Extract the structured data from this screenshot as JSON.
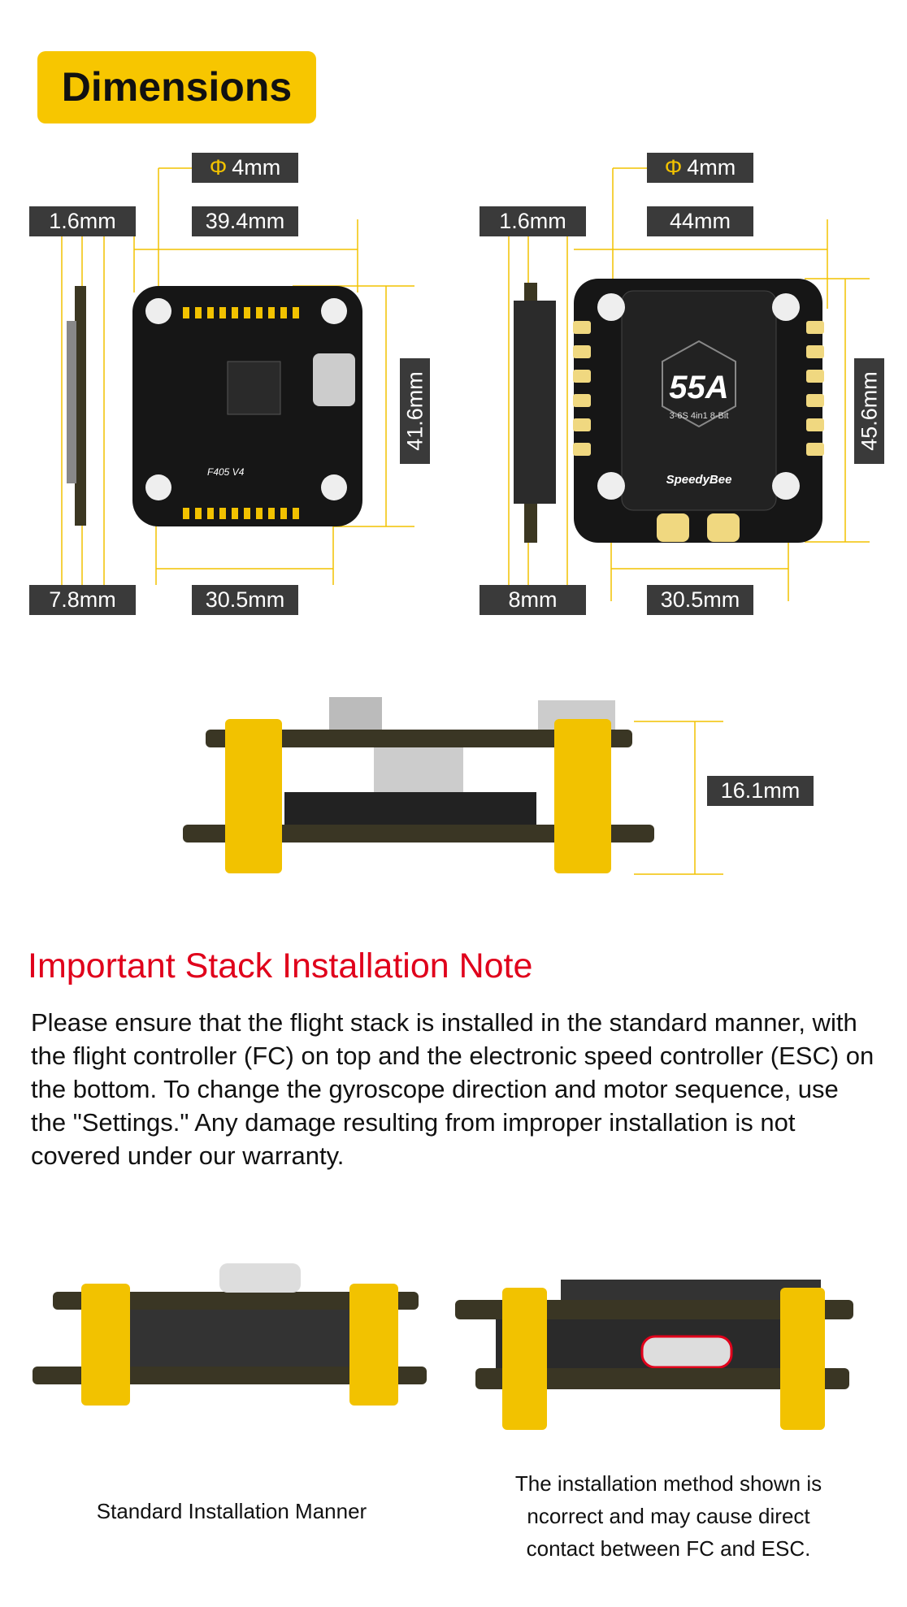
{
  "header": {
    "title": "Dimensions"
  },
  "fc_dimensions": {
    "hole": "4mm",
    "hole_symbol": "Φ",
    "thickness": "1.6mm",
    "width": "39.4mm",
    "height": "41.6mm",
    "side_depth": "7.8mm",
    "mount_spacing": "30.5mm"
  },
  "esc_dimensions": {
    "hole": "4mm",
    "hole_symbol": "Φ",
    "thickness": "1.6mm",
    "width": "44mm",
    "height": "45.6mm",
    "side_depth": "8mm",
    "mount_spacing": "30.5mm"
  },
  "stack": {
    "height": "16.1mm"
  },
  "note": {
    "title": "Important Stack Installation Note",
    "body": "Please ensure that the flight stack is installed in the standard manner, with the flight controller (FC) on top and the electronic speed controller (ESC) on the bottom. To change the gyroscope direction and motor sequence, use the \"Settings.\" Any damage resulting from improper installation is not covered under our warranty."
  },
  "captions": {
    "standard": "Standard Installation Manner",
    "incorrect_1": "The installation method shown is",
    "incorrect_2": "ncorrect and may cause direct",
    "incorrect_3": "contact between FC and ESC."
  },
  "product_marks": {
    "fc": "F405 V4",
    "esc": "55A",
    "esc_sub": "3-6S 4in1 8-Bit",
    "brand": "SpeedyBee"
  },
  "colors": {
    "accent": "#f7c600",
    "label_bg": "#3a3a3a",
    "warning": "#e0001b"
  }
}
